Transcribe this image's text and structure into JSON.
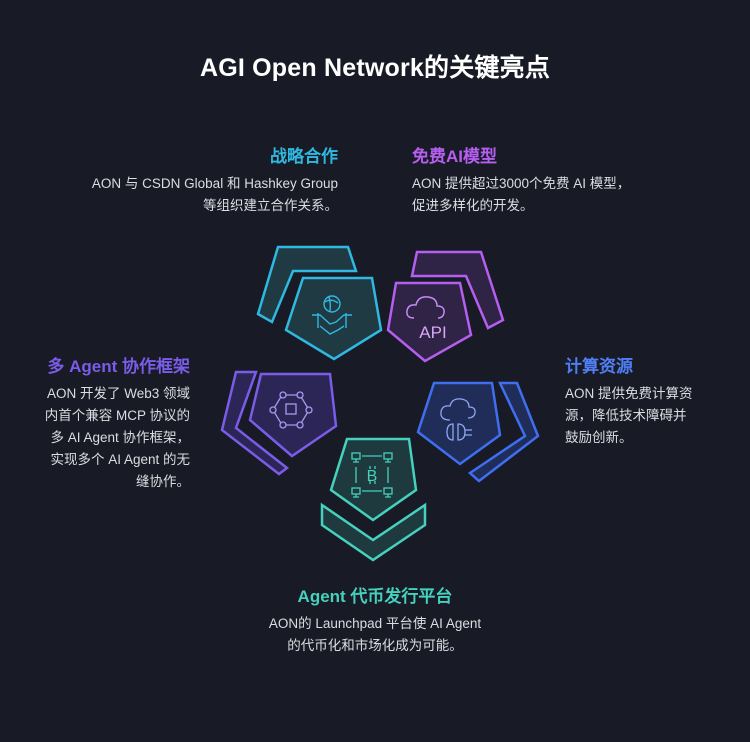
{
  "title": "AGI Open Network的关键亮点",
  "colors": {
    "background": "#181b25",
    "partnership": "#2fb8e0",
    "free_models": "#b55ef0",
    "multi_agent": "#7a5ce8",
    "compute": "#3f6ef0",
    "token_platform": "#45d1bd"
  },
  "highlights": {
    "partnership": {
      "heading": "战略合作",
      "lines": [
        "AON 与 CSDN Global 和 Hashkey Group",
        "等组织建立合作关系。"
      ],
      "icon": "handshake-globe-icon"
    },
    "free_models": {
      "heading": "免费AI模型",
      "lines": [
        "AON 提供超过3000个免费 AI 模型，",
        "促进多样化的开发。"
      ],
      "icon": "cloud-api-icon",
      "icon_text": "API"
    },
    "multi_agent": {
      "heading": "多 Agent 协作框架",
      "lines": [
        "AON 开发了 Web3 领域",
        "内首个兼容 MCP 协议的",
        "多 AI Agent 协作框架，",
        "实现多个 AI Agent 的无",
        "缝协作。"
      ],
      "icon": "network-hub-icon"
    },
    "compute": {
      "heading": "计算资源",
      "lines": [
        "AON 提供免费计算资",
        "源，降低技术障碍并",
        "鼓励创新。"
      ],
      "icon": "cloud-plug-icon"
    },
    "token_platform": {
      "heading": "Agent 代币发行平台",
      "lines": [
        "AON的 Launchpad 平台使 AI Agent",
        "的代币化和市场化成为可能。"
      ],
      "icon": "bitcoin-network-icon",
      "icon_text": "B"
    }
  }
}
